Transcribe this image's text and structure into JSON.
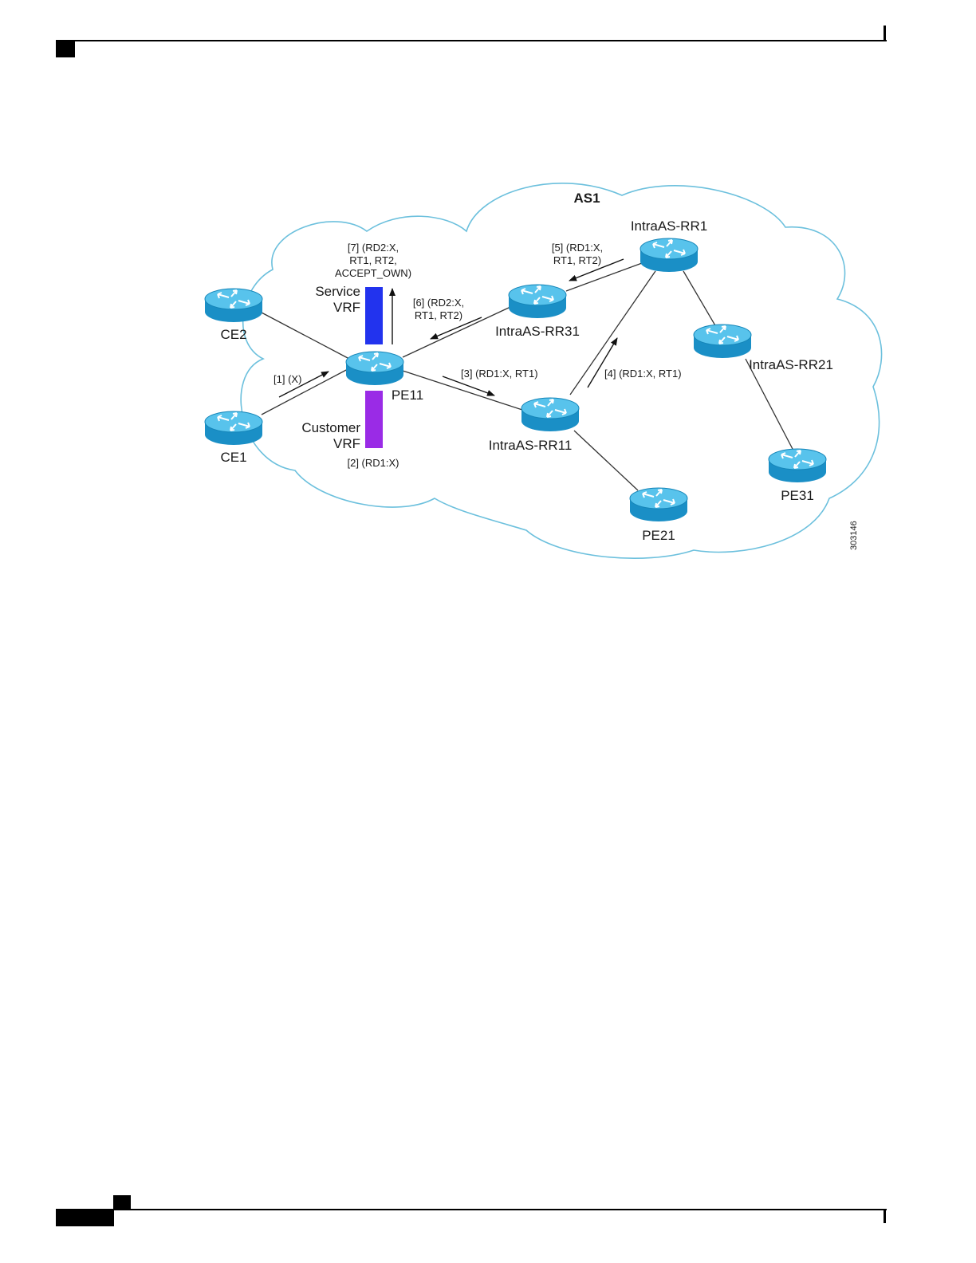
{
  "diagram": {
    "cloud_label": "AS1",
    "figure_id": "303146",
    "devices": {
      "ce2": "CE2",
      "ce1": "CE1",
      "pe11": "PE11",
      "rr31": "IntraAS-RR31",
      "rr1": "IntraAS-RR1",
      "rr11": "IntraAS-RR11",
      "rr21": "IntraAS-RR21",
      "pe21": "PE21",
      "pe31": "PE31"
    },
    "vrfs": {
      "service": {
        "line1": "Service",
        "line2": "VRF",
        "color": "#2233ee"
      },
      "customer": {
        "line1": "Customer",
        "line2": "VRF",
        "color": "#9a2be6"
      }
    },
    "steps": {
      "s1": "[1] (X)",
      "s2": "[2] (RD1:X)",
      "s3": "[3] (RD1:X, RT1)",
      "s4": "[4] (RD1:X, RT1)",
      "s5_line1": "[5] (RD1:X,",
      "s5_line2": "RT1, RT2)",
      "s6_line1": "[6] (RD2:X,",
      "s6_line2": "RT1, RT2)",
      "s7_line1": "[7] (RD2:X,",
      "s7_line2": "RT1, RT2,",
      "s7_line3": "ACCEPT_OWN)"
    },
    "colors": {
      "cloud": "#6cc0dd",
      "router": "#1a9fd6",
      "router_top": "#5fc6ee"
    }
  }
}
